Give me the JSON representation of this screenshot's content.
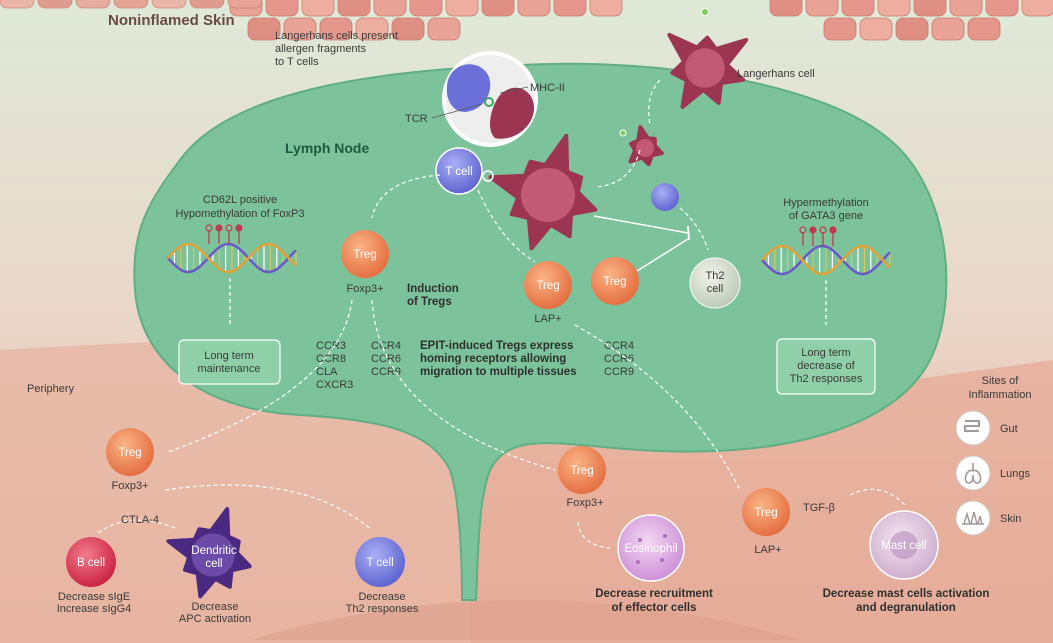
{
  "title": "Noninflamed Skin",
  "lymph_node": "Lymph Node",
  "periphery": "Periphery",
  "langerhans_present": [
    "Langerhans cells present",
    "allergen fragments",
    "to T cells"
  ],
  "mhc": "MHC-II",
  "tcr": "TCR",
  "langerhans_cell": "Langerhans cell",
  "tcell": "T cell",
  "treg": "Treg",
  "cd62l": [
    "CD62L positive",
    "Hypomethylation of FoxP3"
  ],
  "hypermeth": [
    "Hypermethylation",
    "of GATA3 gene"
  ],
  "foxp3_plus": "Foxp3+",
  "lap_plus": "LAP+",
  "induction": [
    "Induction",
    "of Tregs"
  ],
  "th2": [
    "Th2",
    "cell"
  ],
  "long_term_maint": [
    "Long term",
    "maintenance"
  ],
  "long_term_decrease": [
    "Long term",
    "decrease of",
    "Th2 responses"
  ],
  "receptors_left": [
    "CCR3",
    "CCR8",
    "CLA",
    "CXCR3"
  ],
  "receptors_mid": [
    "CCR4",
    "CCR6",
    "CCR9"
  ],
  "receptors_right": [
    "CCR4",
    "CCR6",
    "CCR9"
  ],
  "epit": [
    "EPIT-induced Tregs express",
    "homing receptors allowing",
    "migration to multiple tissues"
  ],
  "ctla4": "CTLA-4",
  "bcell": "B cell",
  "dendritic": [
    "Dendritic",
    "cell"
  ],
  "decrease_sige": [
    "Decrease sIgE",
    "Increase sIgG4"
  ],
  "decrease_apc": [
    "Decrease",
    "APC activation"
  ],
  "decrease_th2": [
    "Decrease",
    "Th2 responses"
  ],
  "eosinophil": "Eosinophil",
  "decrease_recruit": [
    "Decrease recruitment",
    "of effector cells"
  ],
  "tgf": "TGF-β",
  "mast": "Mast cell",
  "decrease_mast": [
    "Decrease mast cells activation",
    "and degranulation"
  ],
  "sites": [
    "Sites of",
    "Inflammation"
  ],
  "site_items": [
    "Gut",
    "Lungs",
    "Skin"
  ],
  "colors": {
    "node": "#7cc39c",
    "skin": "#e5a093",
    "periphery": "#e9b7a4",
    "treg": "#ee8454",
    "langerhans": "#9c3552",
    "tcell": "#6b72d8",
    "dendritic": "#4a2a80"
  }
}
